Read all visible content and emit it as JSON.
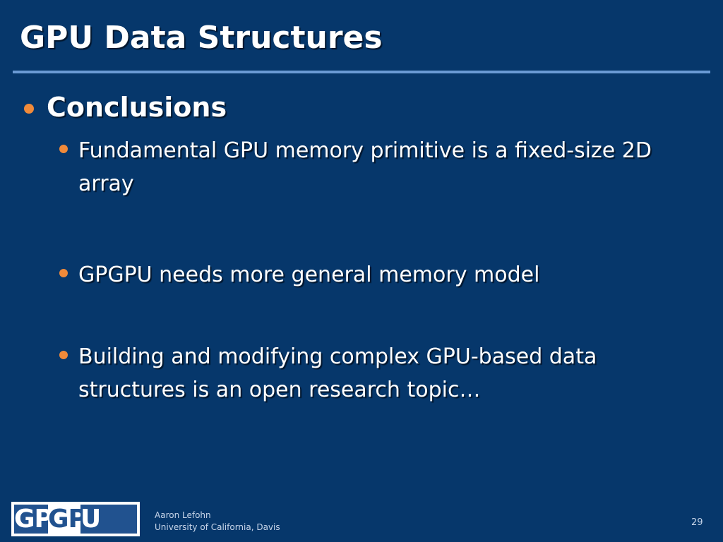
{
  "slide": {
    "title": "GPU Data Structures",
    "bullet_level1": "Conclusions",
    "bullets_level2": [
      "Fundamental GPU memory primitive is a fixed-size 2D array",
      "GPGPU needs more general memory model",
      "Building and modifying complex GPU-based data structures is an open research topic…"
    ],
    "bullet_color": "#f08a3a",
    "background_color": "#06376b",
    "rule_color": "#6a9ad4"
  },
  "footer": {
    "logo": {
      "part1": "GP",
      "part2": "GP",
      "part3": "U"
    },
    "author_name": "Aaron Lefohn",
    "affiliation": "University of California, Davis",
    "page_number": "29"
  }
}
